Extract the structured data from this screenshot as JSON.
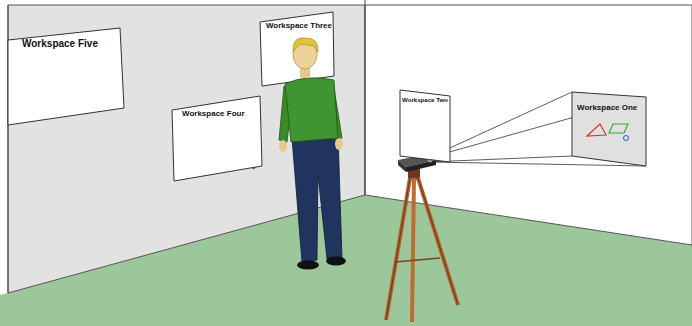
{
  "diagram": {
    "nodes": [
      {
        "text": [
          "Workspace Five"
        ]
      },
      {
        "text": [
          "Workspace Four"
        ]
      },
      {
        "text": [
          "Workspace Three"
        ]
      },
      {
        "text": [
          "Workspace Two"
        ]
      },
      {
        "text": [
          "Workspace One"
        ]
      }
    ]
  }
}
